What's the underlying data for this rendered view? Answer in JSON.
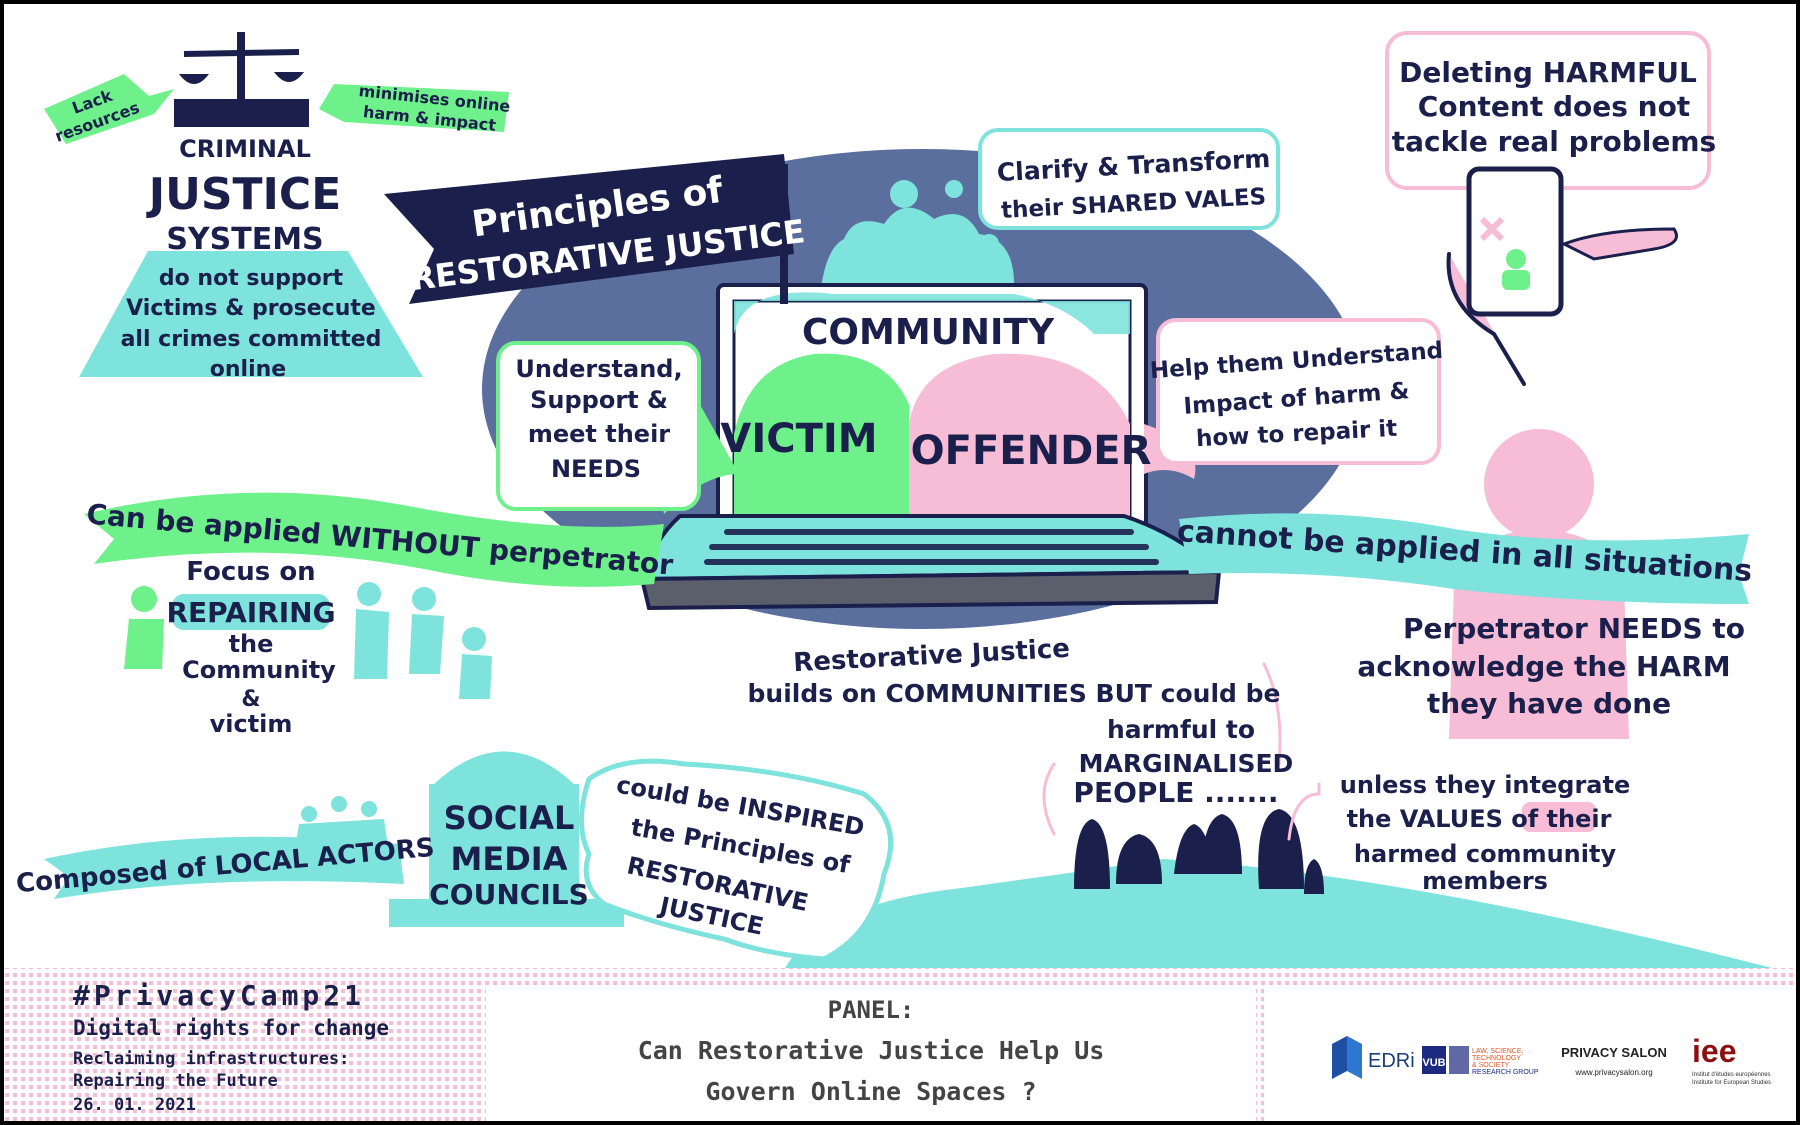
{
  "colors": {
    "navy": "#1b1f4b",
    "teal": "#7de3dc",
    "green": "#6ef08a",
    "pink": "#f7bcd6",
    "oval": "#5a6f9e"
  },
  "criminal_justice": {
    "tag_left": [
      "Lack",
      "resources"
    ],
    "tag_right": [
      "minimises online",
      "harm & impact"
    ],
    "title": [
      "CRIMINAL",
      "JUSTICE",
      "SYSTEMS"
    ],
    "body": [
      "do not support",
      "Victims & prosecute",
      "all crimes committed",
      "online"
    ]
  },
  "banner": {
    "line1": "Principles of",
    "line2": "RESTORATIVE JUSTICE"
  },
  "clarify": [
    "Clarify & Transform",
    "their SHARED VALES"
  ],
  "laptop": {
    "community": "COMMUNITY",
    "victim": "VICTIM",
    "offender": "OFFENDER"
  },
  "understand": [
    "Understand,",
    "Support &",
    "meet their",
    "NEEDS"
  ],
  "help": [
    "Help them Understand",
    "Impact of harm &",
    "how to repair it"
  ],
  "deleting": [
    "Deleting HARMFUL",
    "Content does not",
    "tackle real problems"
  ],
  "ribbon_left": "Can be applied WITHOUT perpetrator",
  "ribbon_right": "cannot be applied in all situations",
  "perpetrator": [
    "Perpetrator NEEDS to",
    "acknowledge the HARM",
    "they have done"
  ],
  "focus": [
    "Focus on",
    "REPAIRING",
    "the",
    "Community",
    "&",
    "victim"
  ],
  "communities": [
    "Restorative Justice",
    "builds on COMMUNITIES BUT could be",
    "harmful to",
    "MARGINALISED",
    "PEOPLE ......."
  ],
  "unless": [
    "unless they integrate",
    "the VALUES of their",
    "harmed community",
    "members"
  ],
  "local_actors": "Composed of LOCAL ACTORS",
  "smc": [
    "SOCIAL",
    "MEDIA",
    "COUNCILS"
  ],
  "inspired": [
    "could be INSPIRED",
    "the Principles of",
    "RESTORATIVE",
    "JUSTICE"
  ],
  "footer": {
    "hashtag": "#PrivacyCamp21",
    "tagline": "Digital rights for change",
    "theme1": "Reclaiming infrastructures:",
    "theme2": "Repairing the Future",
    "date": "26. 01. 2021",
    "panel_label": "PANEL:",
    "panel_q1": "Can Restorative Justice Help Us",
    "panel_q2": "Govern Online Spaces ?"
  },
  "logos": {
    "edri": "EDRi",
    "vub": "VUB",
    "lsts": [
      "LAW, SCIENCE,",
      "TECHNOLOGY",
      "& SOCIETY",
      "RESEARCH GROUP"
    ],
    "privacy_salon": "PRIVACY  SALON",
    "privacy_url": "www.privacysalon.org",
    "iee": "iee",
    "iee_sub1": "Institut d'études européennes",
    "iee_sub2": "Institute for European Studies"
  }
}
